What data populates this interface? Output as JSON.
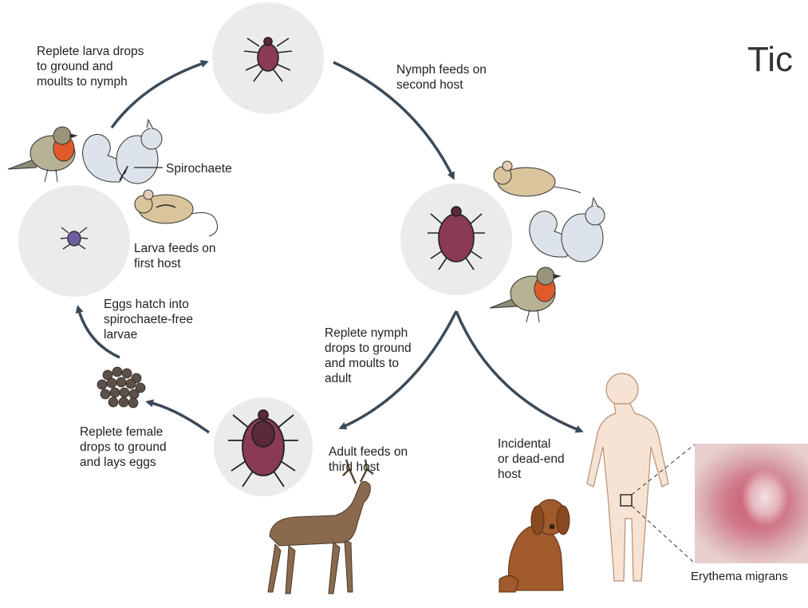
{
  "diagram": {
    "title": "Tic",
    "labels": {
      "larva_drops": "Replete larva drops\nto ground and\nmoults to nymph",
      "nymph_feeds": "Nymph feeds on\nsecond host",
      "spirochaete": "Spirochaete",
      "larva_feeds": "Larva feeds on\nfirst host",
      "eggs_hatch": "Eggs hatch into\nspirochaete-free\nlarvae",
      "nymph_drops": "Replete nymph\ndrops to ground\nand moults to\nadult",
      "female_drops": "Replete female\ndrops to ground\nand lays eggs",
      "adult_feeds": "Adult feeds on\nthird host",
      "incidental": "Incidental\nor dead-end\nhost",
      "erythema": "Erythema migrans"
    },
    "colors": {
      "arrow": "#3b4a57",
      "circle": "#ebebeb",
      "tick_body": "#8a3a55",
      "skin": "#f6e3d3",
      "deer": "#8a6a4e",
      "dog": "#a05a2c",
      "squirrel": "#dde3ea",
      "mouse": "#d9c49c"
    }
  }
}
